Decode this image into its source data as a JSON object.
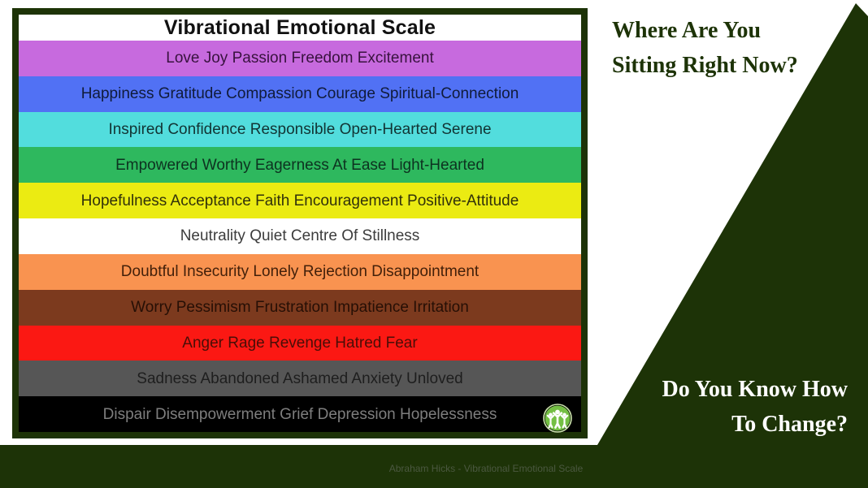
{
  "page": {
    "background_color": "#ffffff",
    "accent_dark_green": "#1d3307"
  },
  "chart": {
    "title": "Vibrational Emotional Scale",
    "rows": [
      {
        "label": "Love Joy Passion Freedom Excitement",
        "bg": "#c76ade",
        "fg": "#38123e"
      },
      {
        "label": "Happiness Gratitude Compassion Courage Spiritual-Connection",
        "bg": "#5171f4",
        "fg": "#101b3a"
      },
      {
        "label": "Inspired Confidence Responsible Open-Hearted Serene",
        "bg": "#52dddd",
        "fg": "#123434"
      },
      {
        "label": "Empowered Worthy Eagerness At Ease Light-Hearted",
        "bg": "#2eb85e",
        "fg": "#0d3220"
      },
      {
        "label": "Hopefulness Acceptance Faith Encouragement Positive-Attitude",
        "bg": "#ebeb12",
        "fg": "#31310a"
      },
      {
        "label": "Neutrality Quiet Centre Of Stillness",
        "bg": "#ffffff",
        "fg": "#3c3c3c"
      },
      {
        "label": "Doubtful Insecurity Lonely Rejection Disappointment",
        "bg": "#f99350",
        "fg": "#43200a"
      },
      {
        "label": "Worry Pessimism Frustration Impatience Irritation",
        "bg": "#7c3a1e",
        "fg": "#260f05"
      },
      {
        "label": "Anger Rage Revenge Hatred Fear",
        "bg": "#fb1813",
        "fg": "#4a0e07"
      },
      {
        "label": "Sadness Abandoned Ashamed Anxiety Unloved",
        "bg": "#565656",
        "fg": "#1e1e1e"
      },
      {
        "label": "Dispair Disempowerment Grief Depression Hopelessness",
        "bg": "#000000",
        "fg": "#7e7e7e"
      }
    ]
  },
  "right_panel": {
    "top_question": {
      "line1": "Where Are You",
      "line2": "Sitting Right Now?"
    },
    "bottom_question": {
      "line1": "Do You Know How",
      "line2": "To Change?"
    }
  },
  "footer": {
    "caption": "Abraham Hicks - Vibrational Emotional Scale"
  },
  "icon": {
    "name": "group-people-icon",
    "circle_color": "#74bf44",
    "ring_color": "#cde5ad",
    "figure_color": "#ffffff"
  }
}
